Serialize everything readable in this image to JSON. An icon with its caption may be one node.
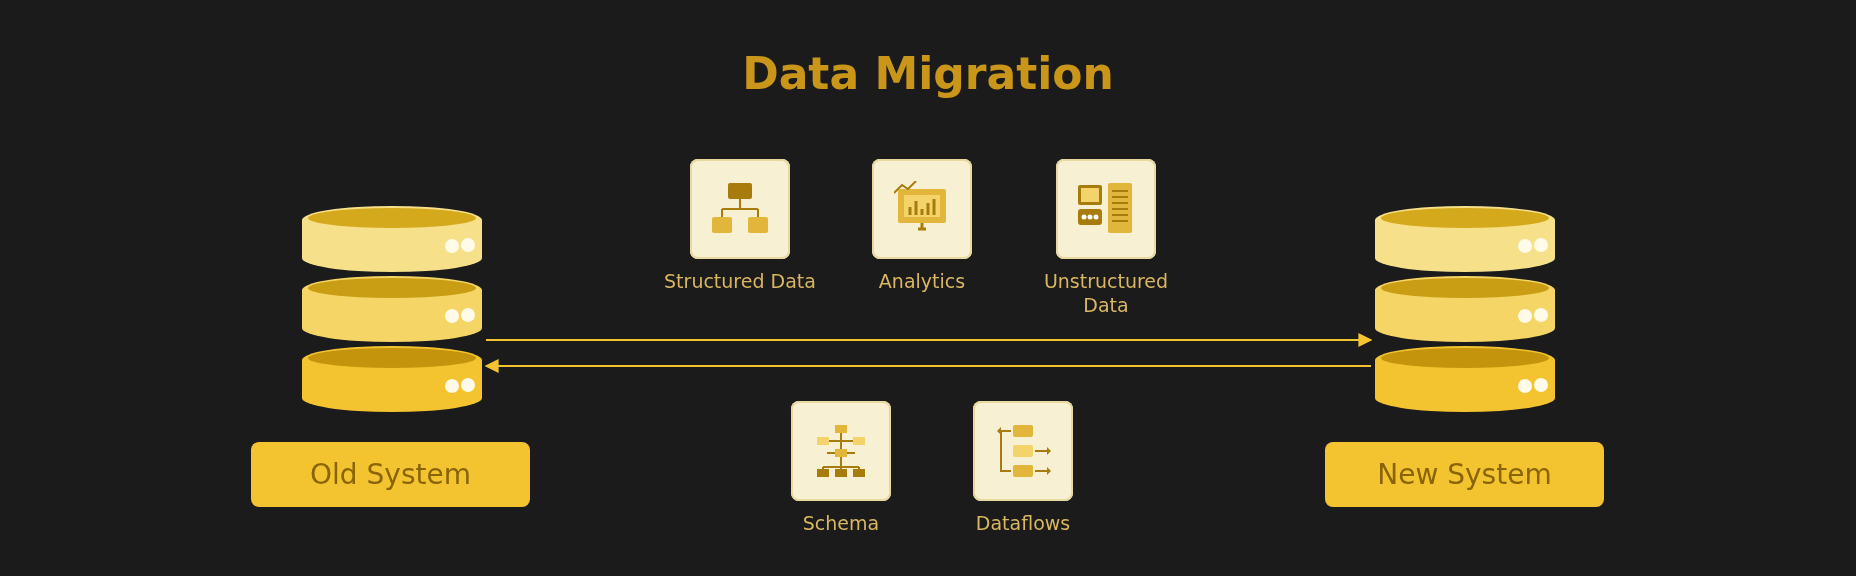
{
  "diagram": {
    "title": "Data Migration",
    "nodes": [
      {
        "text": [],
        "shape": "cylinder"
      },
      {
        "text": [
          "Old System"
        ]
      },
      {
        "text": [],
        "shape": "cylinder"
      },
      {
        "text": [
          "New System"
        ]
      }
    ],
    "edges": [
      {
        "from": 0,
        "to": 2,
        "arrow": "to"
      },
      {
        "from": 2,
        "to": 0,
        "arrow": "to"
      }
    ],
    "labels": [
      "Structured Data",
      "Analytics",
      "Unstructured Data",
      "Schema",
      "Dataflows"
    ]
  }
}
